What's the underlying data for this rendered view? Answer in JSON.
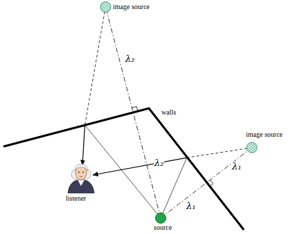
{
  "diagram": {
    "labels": [
      "image source",
      "walls",
      "λ₂",
      "λ₂",
      "image source",
      "λ₁",
      "λ₁",
      "listener",
      "source"
    ]
  }
}
